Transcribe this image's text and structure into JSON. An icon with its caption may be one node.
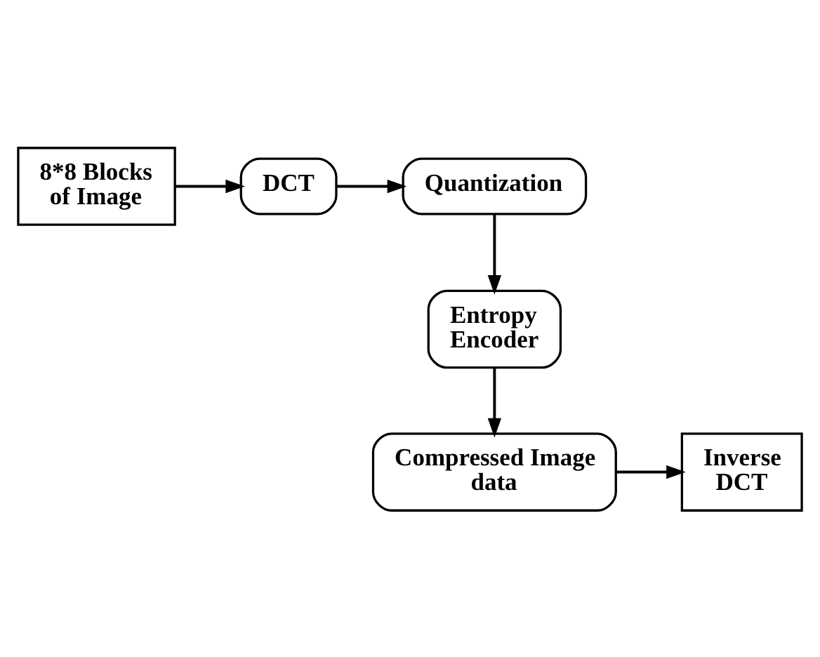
{
  "diagram": {
    "nodes": [
      {
        "text": [
          "8*8 Blocks of Image"
        ]
      },
      {
        "text": [
          "DCT"
        ]
      },
      {
        "text": [
          "Quantization"
        ]
      },
      {
        "text": [
          "Entropy Encoder"
        ]
      },
      {
        "text": [
          "Compressed Image data"
        ]
      },
      {
        "text": [
          "Inverse DCT"
        ]
      }
    ],
    "edges": [
      {
        "from": 0,
        "to": 1,
        "arrow": "to"
      },
      {
        "from": 1,
        "to": 2,
        "arrow": "to"
      },
      {
        "from": 2,
        "to": 3,
        "arrow": "to"
      },
      {
        "from": 3,
        "to": 4,
        "arrow": "to"
      },
      {
        "from": 4,
        "to": 5,
        "arrow": "to"
      }
    ]
  }
}
